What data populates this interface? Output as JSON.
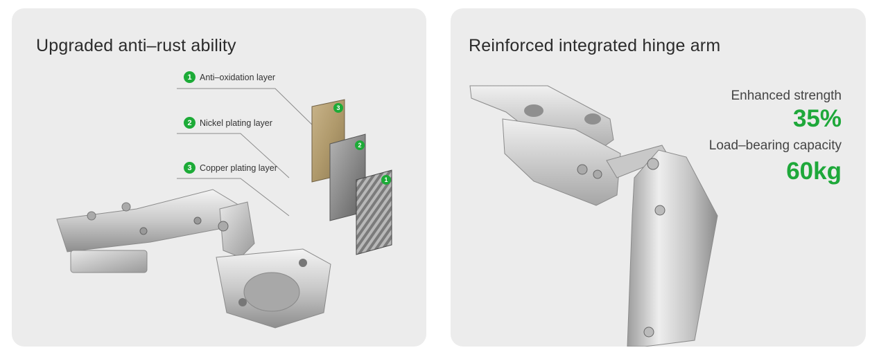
{
  "left_card": {
    "title": "Upgraded anti–rust ability",
    "layers": [
      {
        "number": "1",
        "label": "Anti–oxidation layer"
      },
      {
        "number": "2",
        "label": "Nickel plating layer"
      },
      {
        "number": "3",
        "label": "Copper plating layer"
      }
    ],
    "plate_badges": [
      "3",
      "2",
      "1"
    ]
  },
  "right_card": {
    "title": "Reinforced integrated hinge arm",
    "stats": [
      {
        "label": "Enhanced strength",
        "value": "35%"
      },
      {
        "label": "Load–bearing capacity",
        "value": "60kg"
      }
    ]
  },
  "colors": {
    "accent_green": "#1ea83a",
    "card_background": "#ececec"
  }
}
